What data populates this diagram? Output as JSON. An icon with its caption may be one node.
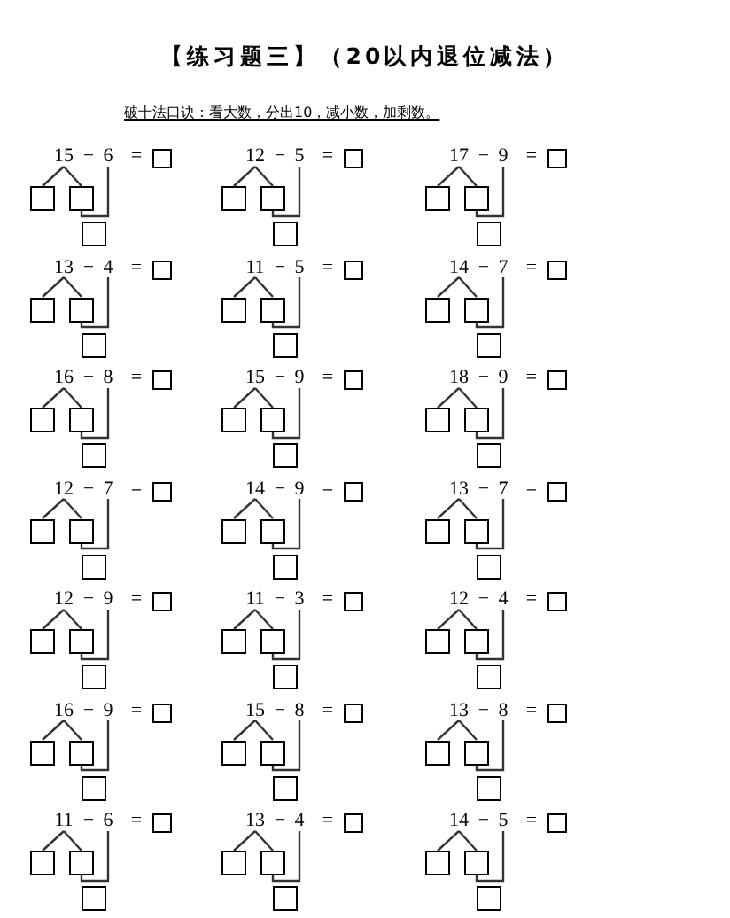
{
  "diagram": {
    "title": "【练习题三】（20以内退位减法）",
    "nodes": [
      {
        "text": [
          "15"
        ]
      },
      {
        "text": [
          "6"
        ]
      },
      {
        "text": [],
        "shape": "box"
      },
      {
        "text": [],
        "shape": "box"
      },
      {
        "text": [],
        "shape": "box"
      },
      {
        "text": [],
        "shape": "box"
      },
      {
        "text": [
          "12"
        ]
      },
      {
        "text": [
          "5"
        ]
      },
      {
        "text": [],
        "shape": "box"
      },
      {
        "text": [],
        "shape": "box"
      },
      {
        "text": [],
        "shape": "box"
      },
      {
        "text": [],
        "shape": "box"
      },
      {
        "text": [
          "17"
        ]
      },
      {
        "text": [
          "9"
        ]
      },
      {
        "text": [],
        "shape": "box"
      },
      {
        "text": [],
        "shape": "box"
      },
      {
        "text": [],
        "shape": "box"
      },
      {
        "text": [],
        "shape": "box"
      },
      {
        "text": [
          "13"
        ]
      },
      {
        "text": [
          "4"
        ]
      },
      {
        "text": [],
        "shape": "box"
      },
      {
        "text": [],
        "shape": "box"
      },
      {
        "text": [],
        "shape": "box"
      },
      {
        "text": [],
        "shape": "box"
      },
      {
        "text": [
          "11"
        ]
      },
      {
        "text": [
          "5"
        ]
      },
      {
        "text": [],
        "shape": "box"
      },
      {
        "text": [],
        "shape": "box"
      },
      {
        "text": [],
        "shape": "box"
      },
      {
        "text": [],
        "shape": "box"
      },
      {
        "text": [
          "14"
        ]
      },
      {
        "text": [
          "7"
        ]
      },
      {
        "text": [],
        "shape": "box"
      },
      {
        "text": [],
        "shape": "box"
      },
      {
        "text": [],
        "shape": "box"
      },
      {
        "text": [],
        "shape": "box"
      },
      {
        "text": [
          "16"
        ]
      },
      {
        "text": [
          "8"
        ]
      },
      {
        "text": [],
        "shape": "box"
      },
      {
        "text": [],
        "shape": "box"
      },
      {
        "text": [],
        "shape": "box"
      },
      {
        "text": [],
        "shape": "box"
      },
      {
        "text": [
          "15"
        ]
      },
      {
        "text": [
          "9"
        ]
      },
      {
        "text": [],
        "shape": "box"
      },
      {
        "text": [],
        "shape": "box"
      },
      {
        "text": [],
        "shape": "box"
      },
      {
        "text": [],
        "shape": "box"
      },
      {
        "text": [
          "18"
        ]
      },
      {
        "text": [
          "9"
        ]
      },
      {
        "text": [],
        "shape": "box"
      },
      {
        "text": [],
        "shape": "box"
      },
      {
        "text": [],
        "shape": "box"
      },
      {
        "text": [],
        "shape": "box"
      },
      {
        "text": [
          "12"
        ]
      },
      {
        "text": [
          "7"
        ]
      },
      {
        "text": [],
        "shape": "box"
      },
      {
        "text": [],
        "shape": "box"
      },
      {
        "text": [],
        "shape": "box"
      },
      {
        "text": [],
        "shape": "box"
      },
      {
        "text": [
          "14"
        ]
      },
      {
        "text": [
          "9"
        ]
      },
      {
        "text": [],
        "shape": "box"
      },
      {
        "text": [],
        "shape": "box"
      },
      {
        "text": [],
        "shape": "box"
      },
      {
        "text": [],
        "shape": "box"
      },
      {
        "text": [
          "13"
        ]
      },
      {
        "text": [
          "7"
        ]
      },
      {
        "text": [],
        "shape": "box"
      },
      {
        "text": [],
        "shape": "box"
      },
      {
        "text": [],
        "shape": "box"
      },
      {
        "text": [],
        "shape": "box"
      },
      {
        "text": [
          "12"
        ]
      },
      {
        "text": [
          "9"
        ]
      },
      {
        "text": [],
        "shape": "box"
      },
      {
        "text": [],
        "shape": "box"
      },
      {
        "text": [],
        "shape": "box"
      },
      {
        "text": [],
        "shape": "box"
      },
      {
        "text": [
          "11"
        ]
      },
      {
        "text": [
          "3"
        ]
      },
      {
        "text": [],
        "shape": "box"
      },
      {
        "text": [],
        "shape": "box"
      },
      {
        "text": [],
        "shape": "box"
      },
      {
        "text": [],
        "shape": "box"
      },
      {
        "text": [
          "12"
        ]
      },
      {
        "text": [
          "4"
        ]
      },
      {
        "text": [],
        "shape": "box"
      },
      {
        "text": [],
        "shape": "box"
      },
      {
        "text": [],
        "shape": "box"
      },
      {
        "text": [],
        "shape": "box"
      },
      {
        "text": [
          "16"
        ]
      },
      {
        "text": [
          "9"
        ]
      },
      {
        "text": [],
        "shape": "box"
      },
      {
        "text": [],
        "shape": "box"
      },
      {
        "text": [],
        "shape": "box"
      },
      {
        "text": [],
        "shape": "box"
      },
      {
        "text": [
          "15"
        ]
      },
      {
        "text": [
          "8"
        ]
      },
      {
        "text": [],
        "shape": "box"
      },
      {
        "text": [],
        "shape": "box"
      },
      {
        "text": [],
        "shape": "box"
      },
      {
        "text": [],
        "shape": "box"
      },
      {
        "text": [
          "13"
        ]
      },
      {
        "text": [
          "8"
        ]
      },
      {
        "text": [],
        "shape": "box"
      },
      {
        "text": [],
        "shape": "box"
      },
      {
        "text": [],
        "shape": "box"
      },
      {
        "text": [],
        "shape": "box"
      },
      {
        "text": [
          "11"
        ]
      },
      {
        "text": [
          "6"
        ]
      },
      {
        "text": [],
        "shape": "box"
      },
      {
        "text": [],
        "shape": "box"
      },
      {
        "text": [],
        "shape": "box"
      },
      {
        "text": [],
        "shape": "box"
      },
      {
        "text": [
          "13"
        ]
      },
      {
        "text": [
          "4"
        ]
      },
      {
        "text": [],
        "shape": "box"
      },
      {
        "text": [],
        "shape": "box"
      },
      {
        "text": [],
        "shape": "box"
      },
      {
        "text": [],
        "shape": "box"
      },
      {
        "text": [
          "14"
        ]
      },
      {
        "text": [
          "5"
        ]
      },
      {
        "text": [],
        "shape": "box"
      },
      {
        "text": [],
        "shape": "box"
      },
      {
        "text": [],
        "shape": "box"
      },
      {
        "text": [],
        "shape": "box"
      }
    ],
    "edges": [
      {
        "from": 0,
        "to": 3,
        "arrow": "none"
      },
      {
        "from": 0,
        "to": 4,
        "arrow": "none"
      },
      {
        "from": 4,
        "to": 1,
        "arrow": "none"
      },
      {
        "from": 6,
        "to": 9,
        "arrow": "none"
      },
      {
        "from": 6,
        "to": 10,
        "arrow": "none"
      },
      {
        "from": 10,
        "to": 7,
        "arrow": "none"
      },
      {
        "from": 12,
        "to": 15,
        "arrow": "none"
      },
      {
        "from": 12,
        "to": 16,
        "arrow": "none"
      },
      {
        "from": 16,
        "to": 13,
        "arrow": "none"
      },
      {
        "from": 18,
        "to": 21,
        "arrow": "none"
      },
      {
        "from": 18,
        "to": 22,
        "arrow": "none"
      },
      {
        "from": 22,
        "to": 19,
        "arrow": "none"
      },
      {
        "from": 24,
        "to": 27,
        "arrow": "none"
      },
      {
        "from": 24,
        "to": 28,
        "arrow": "none"
      },
      {
        "from": 28,
        "to": 25,
        "arrow": "none"
      },
      {
        "from": 30,
        "to": 33,
        "arrow": "none"
      },
      {
        "from": 30,
        "to": 34,
        "arrow": "none"
      },
      {
        "from": 34,
        "to": 31,
        "arrow": "none"
      },
      {
        "from": 36,
        "to": 39,
        "arrow": "none"
      },
      {
        "from": 36,
        "to": 40,
        "arrow": "none"
      },
      {
        "from": 40,
        "to": 37,
        "arrow": "none"
      },
      {
        "from": 42,
        "to": 45,
        "arrow": "none"
      },
      {
        "from": 42,
        "to": 46,
        "arrow": "none"
      },
      {
        "from": 46,
        "to": 43,
        "arrow": "none"
      },
      {
        "from": 48,
        "to": 51,
        "arrow": "none"
      },
      {
        "from": 48,
        "to": 52,
        "arrow": "none"
      },
      {
        "from": 52,
        "to": 49,
        "arrow": "none"
      },
      {
        "from": 54,
        "to": 57,
        "arrow": "none"
      },
      {
        "from": 54,
        "to": 58,
        "arrow": "none"
      },
      {
        "from": 58,
        "to": 55,
        "arrow": "none"
      },
      {
        "from": 60,
        "to": 63,
        "arrow": "none"
      },
      {
        "from": 60,
        "to": 64,
        "arrow": "none"
      },
      {
        "from": 64,
        "to": 61,
        "arrow": "none"
      },
      {
        "from": 66,
        "to": 69,
        "arrow": "none"
      },
      {
        "from": 66,
        "to": 70,
        "arrow": "none"
      },
      {
        "from": 70,
        "to": 67,
        "arrow": "none"
      },
      {
        "from": 72,
        "to": 75,
        "arrow": "none"
      },
      {
        "from": 72,
        "to": 76,
        "arrow": "none"
      },
      {
        "from": 76,
        "to": 73,
        "arrow": "none"
      },
      {
        "from": 78,
        "to": 81,
        "arrow": "none"
      },
      {
        "from": 78,
        "to": 82,
        "arrow": "none"
      },
      {
        "from": 82,
        "to": 79,
        "arrow": "none"
      },
      {
        "from": 84,
        "to": 87,
        "arrow": "none"
      },
      {
        "from": 84,
        "to": 88,
        "arrow": "none"
      },
      {
        "from": 88,
        "to": 85,
        "arrow": "none"
      },
      {
        "from": 90,
        "to": 93,
        "arrow": "none"
      },
      {
        "from": 90,
        "to": 94,
        "arrow": "none"
      },
      {
        "from": 94,
        "to": 91,
        "arrow": "none"
      },
      {
        "from": 96,
        "to": 99,
        "arrow": "none"
      },
      {
        "from": 96,
        "to": 100,
        "arrow": "none"
      },
      {
        "from": 100,
        "to": 97,
        "arrow": "none"
      },
      {
        "from": 102,
        "to": 105,
        "arrow": "none"
      },
      {
        "from": 102,
        "to": 106,
        "arrow": "none"
      },
      {
        "from": 106,
        "to": 103,
        "arrow": "none"
      },
      {
        "from": 108,
        "to": 111,
        "arrow": "none"
      },
      {
        "from": 108,
        "to": 112,
        "arrow": "none"
      },
      {
        "from": 112,
        "to": 109,
        "arrow": "none"
      },
      {
        "from": 114,
        "to": 117,
        "arrow": "none"
      },
      {
        "from": 114,
        "to": 118,
        "arrow": "none"
      },
      {
        "from": 118,
        "to": 115,
        "arrow": "none"
      },
      {
        "from": 120,
        "to": 123,
        "arrow": "none"
      },
      {
        "from": 120,
        "to": 124,
        "arrow": "none"
      },
      {
        "from": 124,
        "to": 121,
        "arrow": "none"
      }
    ],
    "labels": [
      "破十法口诀：看大数，分出10，减小数，加剩数。",
      "−",
      "=",
      "−",
      "=",
      "−",
      "=",
      "−",
      "=",
      "−",
      "=",
      "−",
      "=",
      "−",
      "=",
      "−",
      "=",
      "−",
      "=",
      "−",
      "=",
      "−",
      "=",
      "−",
      "=",
      "−",
      "=",
      "−",
      "=",
      "−",
      "=",
      "−",
      "=",
      "−",
      "=",
      "−",
      "=",
      "−",
      "=",
      "−",
      "=",
      "−",
      "="
    ]
  }
}
